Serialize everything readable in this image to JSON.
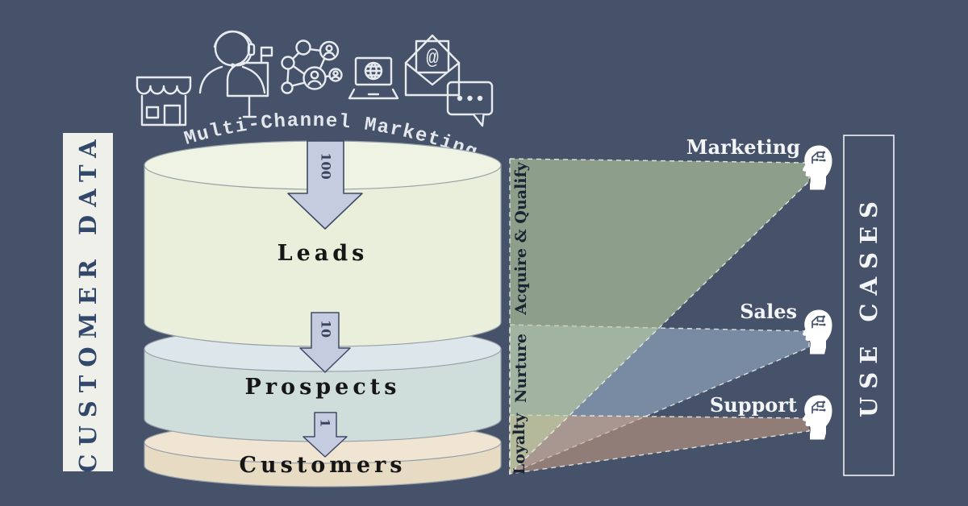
{
  "colors": {
    "background": "#45526a",
    "panel_fill": "#f0f0ea",
    "panel_text": "#32486b",
    "white_text": "#f4f5f7",
    "caption_text": "#e3e7ec",
    "arrow_fill": "#c6cce0",
    "arrow_stroke": "#3f4a66"
  },
  "left_panel": {
    "label": "CUSTOMER DATA"
  },
  "right_panel": {
    "label": "USE CASES"
  },
  "channels": {
    "caption": "Multi-Channel Marketing",
    "email_at": "@",
    "icons": [
      "store-icon",
      "support-agent-icon",
      "mailbox-icon",
      "social-network-icon",
      "laptop-globe-icon",
      "email-icon",
      "chat-icon"
    ]
  },
  "funnel": {
    "stages": [
      {
        "label": "Leads",
        "flow_value": "100",
        "body_color": "#e9efda",
        "top_color": "#eef3e3"
      },
      {
        "label": "Prospects",
        "flow_value": "10",
        "body_color": "#cfdedb",
        "top_color": "#dde6ea"
      },
      {
        "label": "Customers",
        "flow_value": "1",
        "body_color": "#e8dbc3",
        "top_color": "#f0e5d2"
      }
    ]
  },
  "use_cases": [
    {
      "label": "Marketing",
      "band_label": "Acquire & Qualify",
      "beam_color": "#b9cf9f"
    },
    {
      "label": "Sales",
      "band_label": "Nurture",
      "beam_color": "#a9bdd8"
    },
    {
      "label": "Support",
      "band_label": "Loyalty",
      "beam_color": "#cfa183"
    }
  ]
}
